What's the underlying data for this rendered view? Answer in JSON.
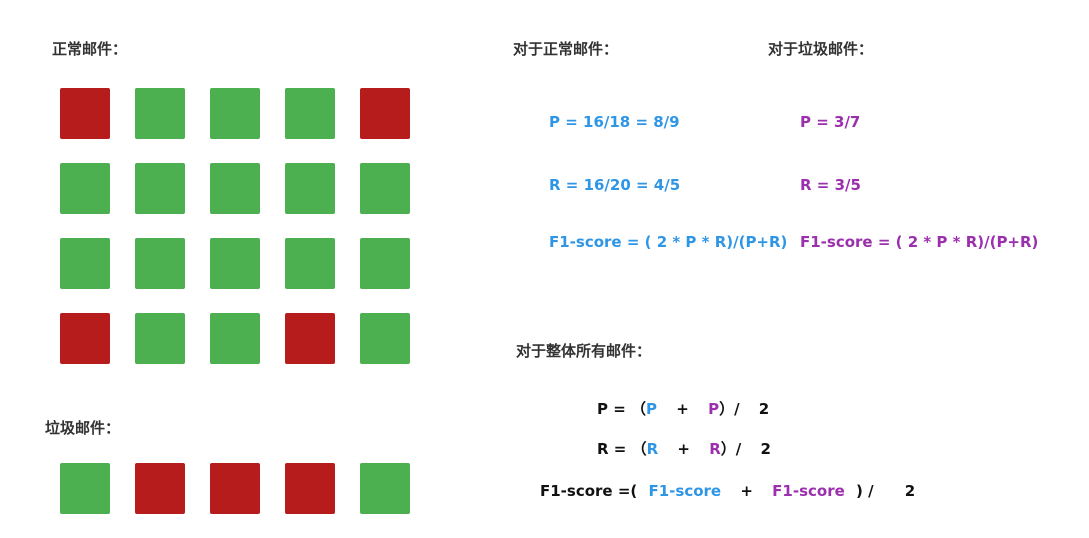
{
  "colors": {
    "normal": "#4caf50",
    "spam": "#b71c1c",
    "blue": "#2f96e6",
    "purple": "#9b2fae"
  },
  "normal_section": {
    "title": "正常邮件：",
    "grid": [
      [
        "spam",
        "normal",
        "normal",
        "normal",
        "spam"
      ],
      [
        "normal",
        "normal",
        "normal",
        "normal",
        "normal"
      ],
      [
        "normal",
        "normal",
        "normal",
        "normal",
        "normal"
      ],
      [
        "spam",
        "normal",
        "normal",
        "spam",
        "normal"
      ]
    ]
  },
  "spam_section": {
    "title": "垃圾邮件：",
    "row": [
      "normal",
      "spam",
      "spam",
      "spam",
      "normal"
    ]
  },
  "normal_metrics": {
    "title": "对于正常邮件：",
    "p": "P = 16/18 = 8/9",
    "r": "R = 16/20 = 4/5",
    "f1": "F1-score = ( 2 * P * R)/(P+R)"
  },
  "spam_metrics": {
    "title": "对于垃圾邮件：",
    "p": "P = 3/7",
    "r": "R = 3/5",
    "f1": "F1-score = ( 2 * P * R)/(P+R)"
  },
  "overall": {
    "title": "对于整体所有邮件：",
    "p": {
      "lhs": "P = （",
      "a": "P",
      "op": "+",
      "b": "P",
      "rhs": "）/",
      "den": "2"
    },
    "r": {
      "lhs": "R = （",
      "a": "R",
      "op": "+",
      "b": "R",
      "rhs": "）/",
      "den": "2"
    },
    "f1": {
      "lhs": "F1-score =(",
      "a": "F1-score",
      "op": "+",
      "b": "F1-score",
      "rhs": ") /",
      "den": "2"
    }
  }
}
